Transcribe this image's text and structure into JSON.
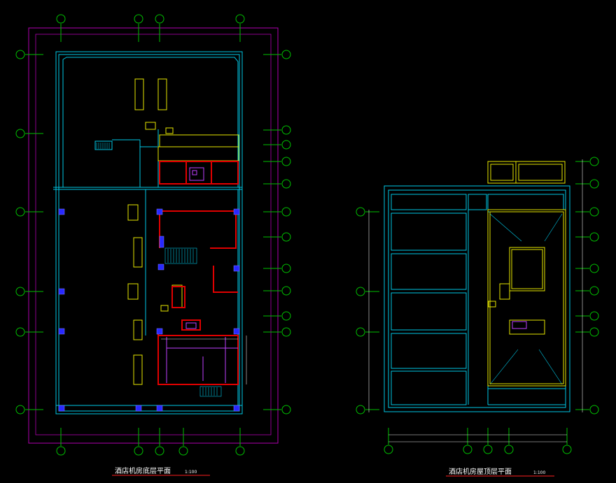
{
  "colors": {
    "background": "#000000",
    "outline_magenta": "#b000b0",
    "wall_cyan": "#00c8e6",
    "axis_green": "#00c000",
    "wall_red": "#e00000",
    "fixture_yellow": "#e6e600",
    "column_blue": "#2828ff",
    "dim_white": "#e6e6e6",
    "title_white": "#ffffff",
    "underline_red": "#ff2020"
  },
  "drawings": {
    "left": {
      "title": "酒店机房底层平面",
      "scale": "1:100"
    },
    "right": {
      "title": "酒店机房屋顶层平面",
      "scale": "1:100"
    }
  }
}
